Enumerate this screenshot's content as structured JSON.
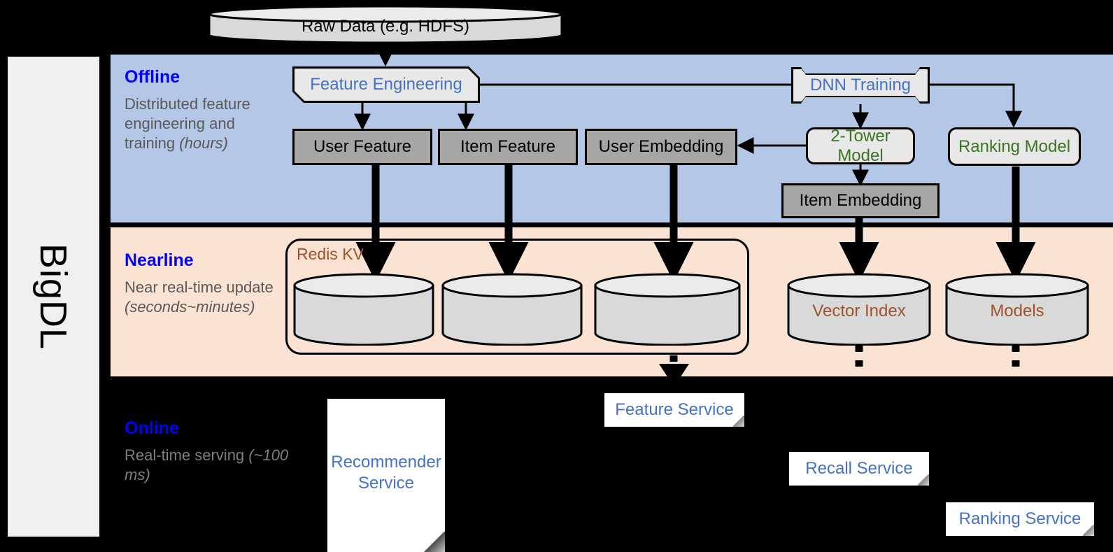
{
  "framework": {
    "name": "BigDL"
  },
  "bands": [
    {
      "id": "offline",
      "title": "Offline",
      "desc_main": "Distributed feature engineering and training ",
      "desc_italic": "(hours)",
      "color": "#b4c7e7"
    },
    {
      "id": "nearline",
      "title": "Nearline",
      "desc_main": "Near real-time update ",
      "desc_italic": "(seconds~minutes)",
      "color": "#fae3d2"
    },
    {
      "id": "online",
      "title": "Online",
      "desc_main": "Real-time serving ",
      "desc_italic": "(~100 ms)",
      "color": "#000000"
    }
  ],
  "source": {
    "label": "Raw Data (e.g. HDFS)"
  },
  "offline": {
    "feature_engineering": "Feature Engineering",
    "dnn_training": "DNN Training",
    "two_tower_model": "2-Tower Model",
    "ranking_model": "Ranking Model",
    "user_feature": "User Feature",
    "item_feature": "Item Feature",
    "user_embedding": "User Embedding",
    "item_embedding": "Item Embedding"
  },
  "nearline": {
    "redis_label": "Redis KV",
    "stores": [
      "",
      "",
      ""
    ],
    "vector_index": "Vector Index",
    "models": "Models"
  },
  "online": {
    "recommender_service": "Recommender Service",
    "feature_service": "Feature Service",
    "recall_service": "Recall Service",
    "ranking_service": "Ranking Service"
  },
  "colors": {
    "offline_band": "#b4c7e7",
    "nearline_band": "#fae3d2",
    "online_band": "#000000",
    "band_title": "#0000ff",
    "band_desc": "#595959",
    "process_text": "#4472c4",
    "model_text": "#3c7521",
    "store_text": "#a0522d",
    "grey_box": "#a6a6a6",
    "light_box": "#e8e8e8",
    "sidebar": "#efefef"
  }
}
